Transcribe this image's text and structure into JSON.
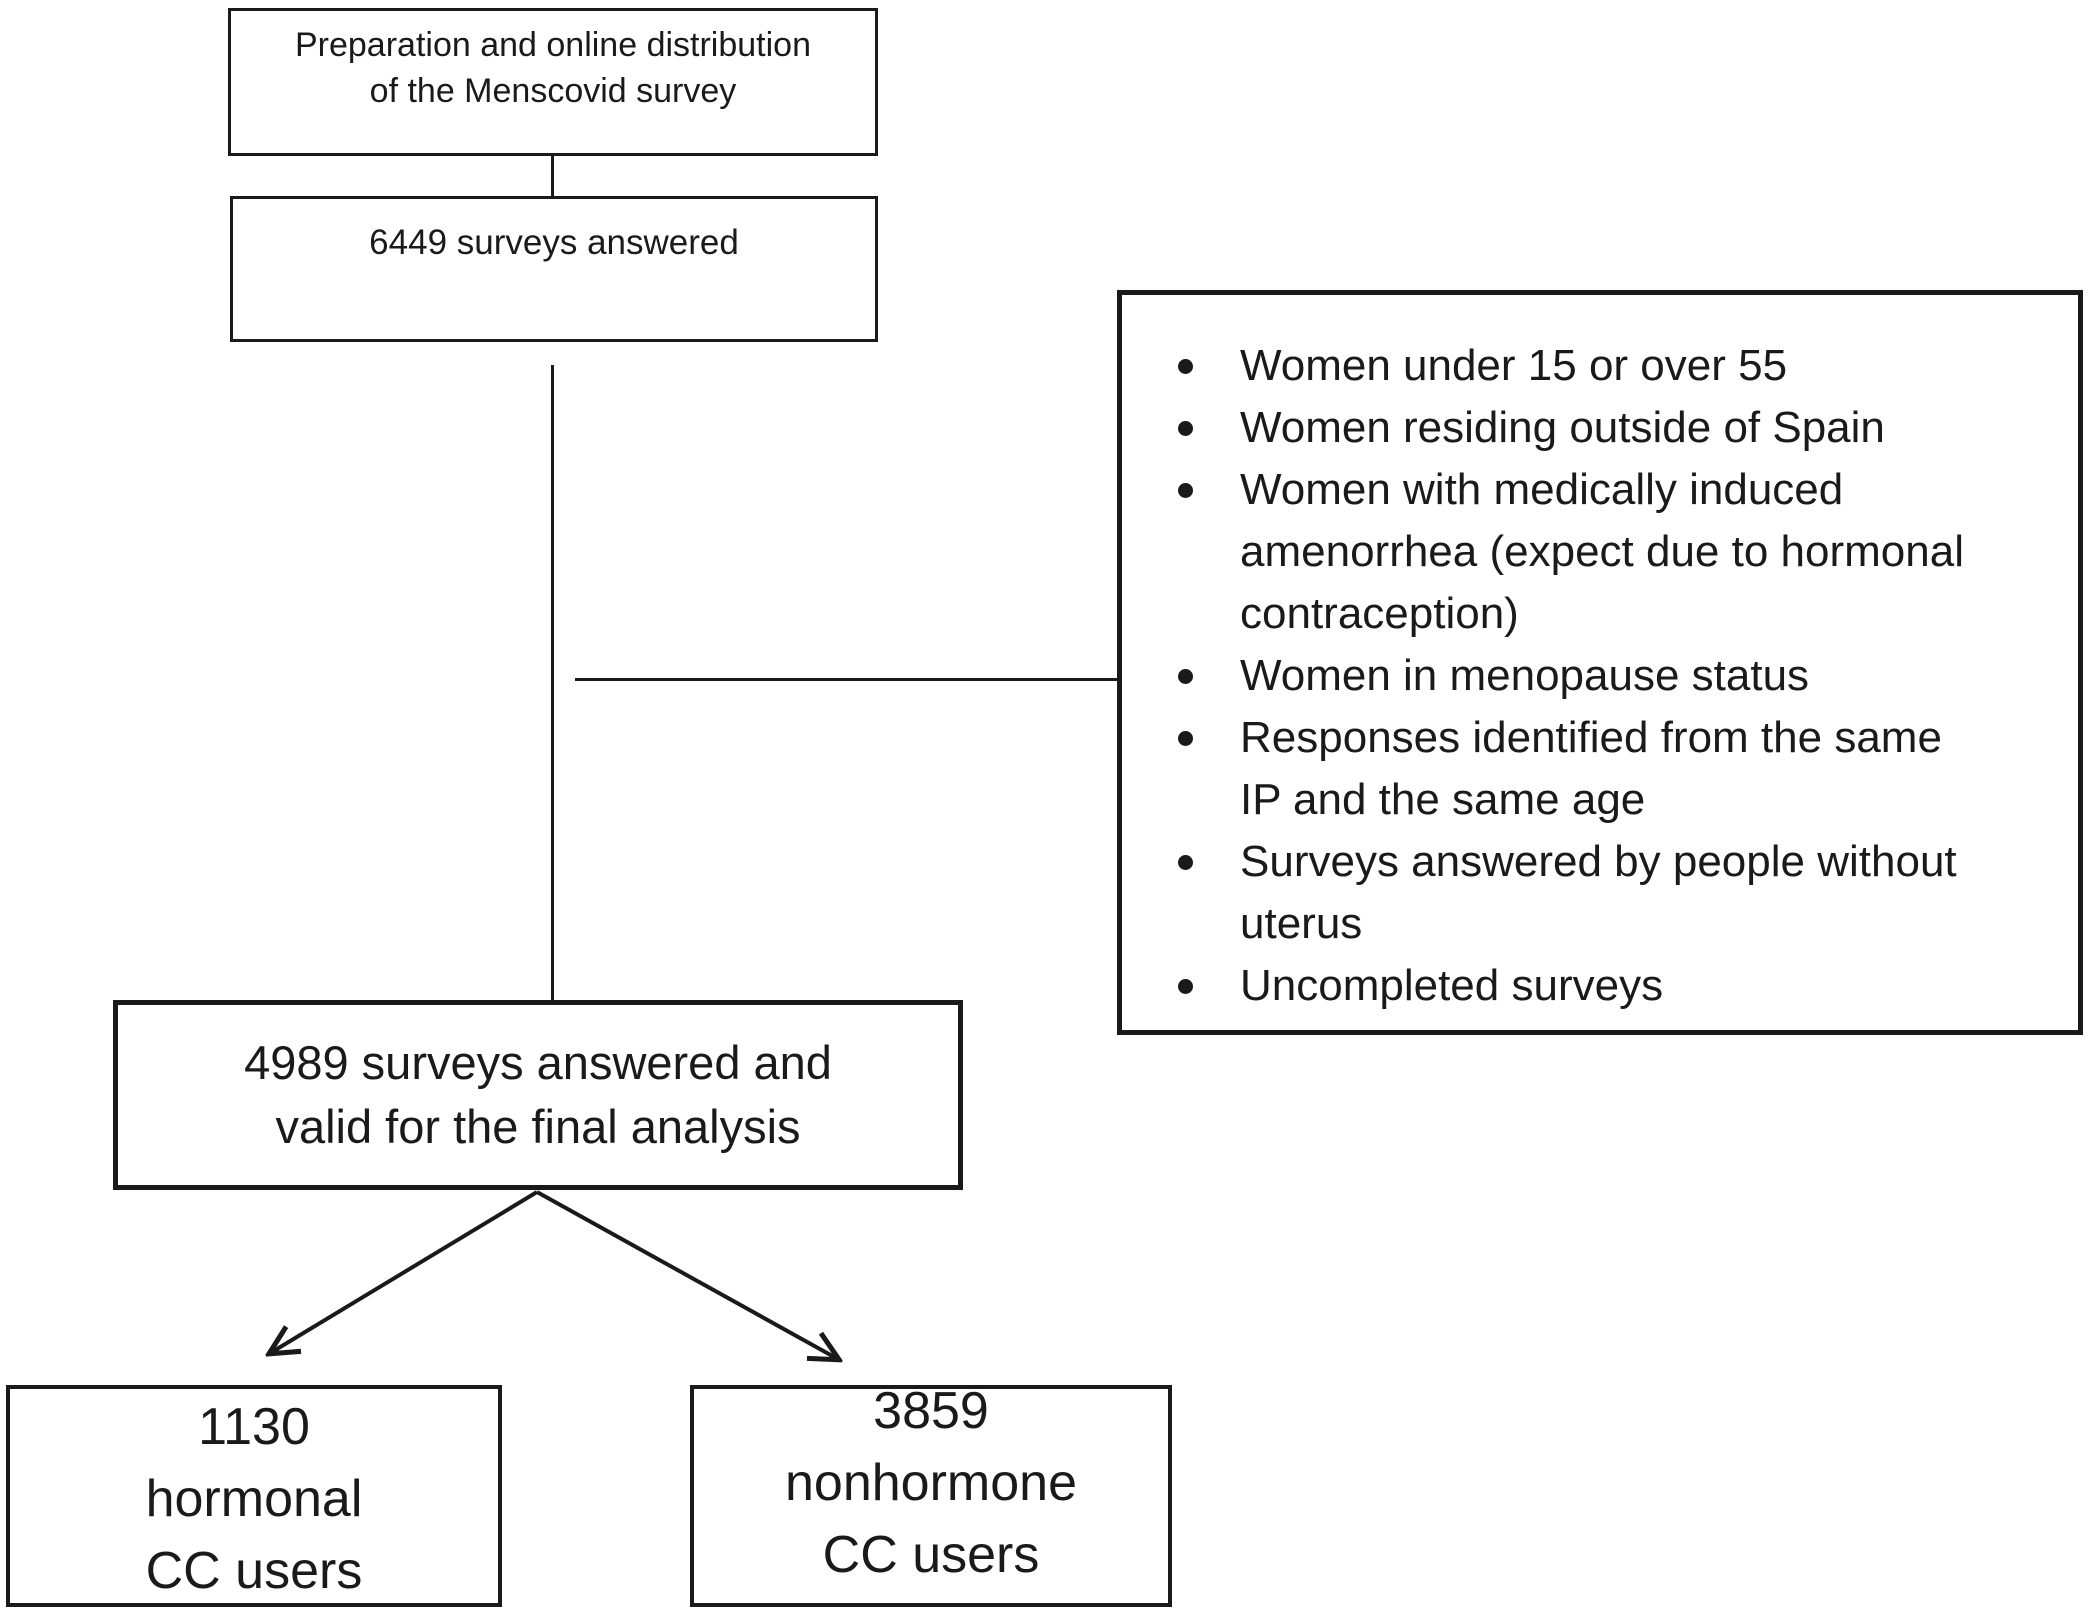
{
  "figure": {
    "background_color": "#ffffff",
    "ink_color": "#1a1a1a",
    "boxes": {
      "preparation": {
        "text": "Preparation and online distribution\nof the Menscovid survey"
      },
      "answered": {
        "text": "6449 surveys answered",
        "count": "6449"
      },
      "exclusions": {
        "items": [
          "Women under 15 or over 55",
          "Women residing outside of Spain",
          "Women with medically induced\namenorrhea (expect due to hormonal\ncontraception)",
          "Women in menopause status",
          "Responses identified from the same\nIP and the same age",
          "Surveys answered by people without\nuterus",
          "Uncompleted surveys"
        ]
      },
      "valid": {
        "text": "4989 surveys answered and\nvalid for the final analysis",
        "count": "4989"
      },
      "hormonal": {
        "text": "1130\nhormonal\nCC users",
        "count": "1130"
      },
      "nonhormone": {
        "text": "3859\nnonhormone\nCC users",
        "count": "3859"
      }
    }
  }
}
